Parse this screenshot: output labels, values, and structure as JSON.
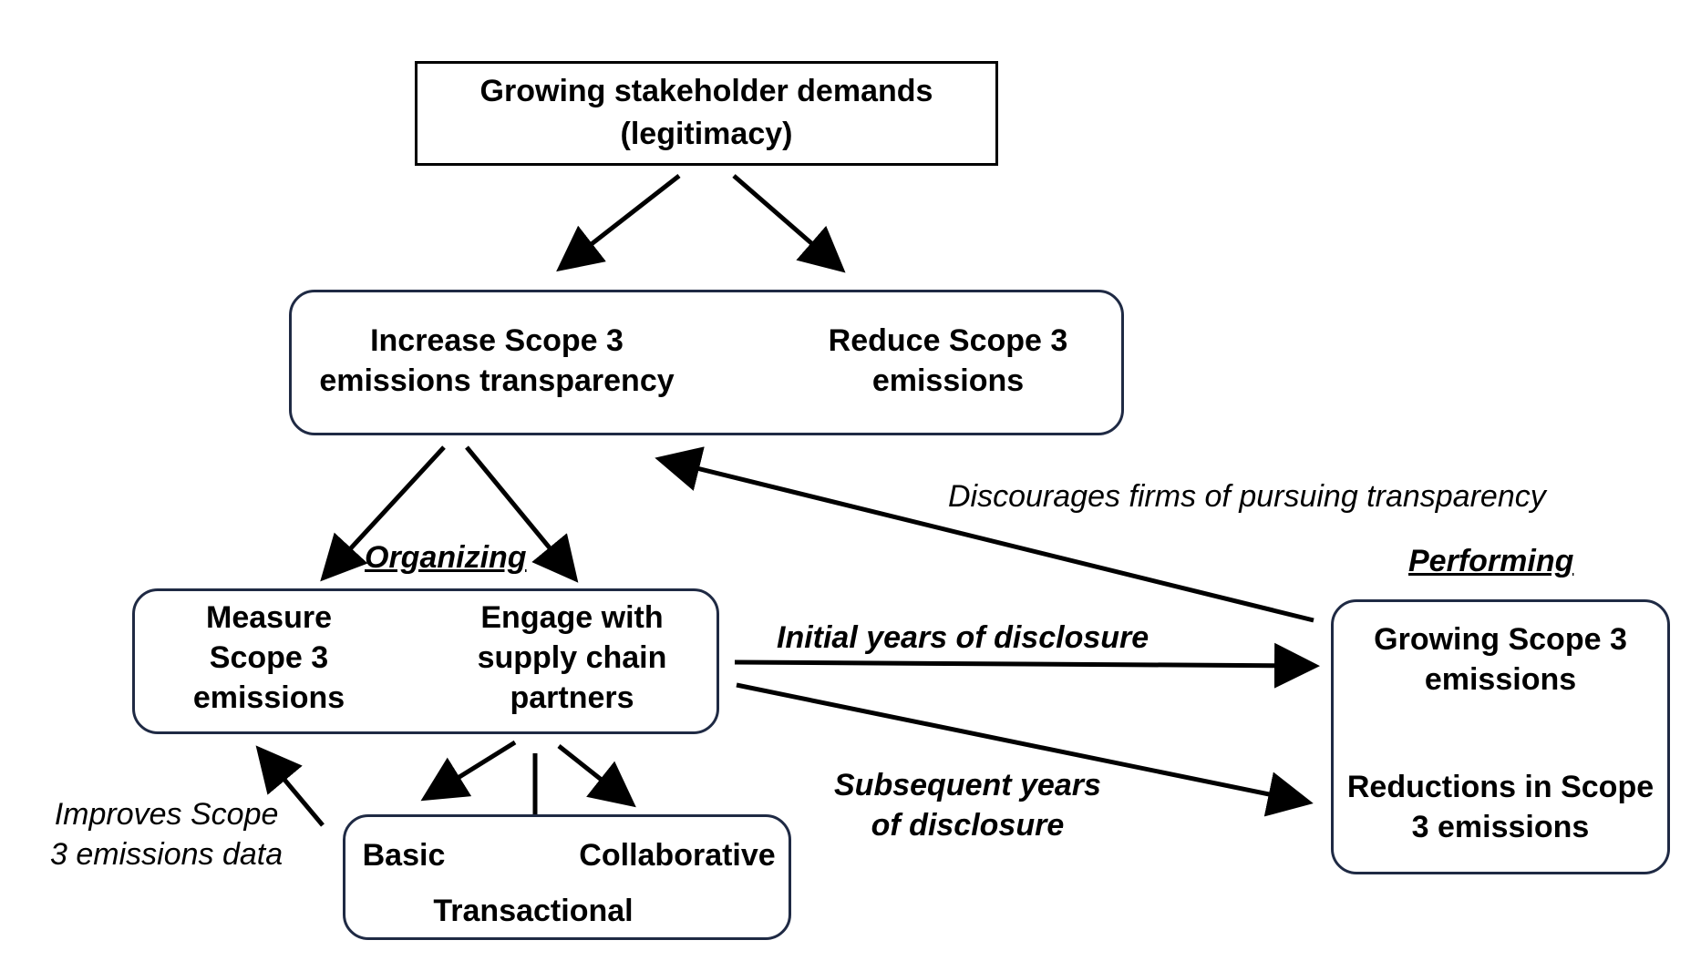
{
  "top": {
    "line1": "Growing stakeholder demands",
    "line2": "(legitimacy)"
  },
  "goals": {
    "left": "Increase Scope 3\nemissions transparency",
    "right": "Reduce Scope 3\nemissions"
  },
  "organizing": {
    "label": "Organizing",
    "measure": "Measure\nScope 3\nemissions",
    "engage": "Engage with\nsupply chain\npartners"
  },
  "engagement_types": {
    "basic": "Basic",
    "transactional": "Transactional",
    "collaborative": "Collaborative"
  },
  "performing": {
    "label": "Performing",
    "growing": "Growing Scope 3\nemissions",
    "reductions": "Reductions in Scope\n3 emissions"
  },
  "edges": {
    "discourages": "Discourages firms of pursuing transparency",
    "initial": "Initial years of disclosure",
    "subsequent": "Subsequent years\nof disclosure",
    "improves": "Improves Scope\n3 emissions data"
  },
  "colors": {
    "box_border_rounded": "#1f2a44",
    "box_border_top": "#000000",
    "arrow": "#000000"
  }
}
